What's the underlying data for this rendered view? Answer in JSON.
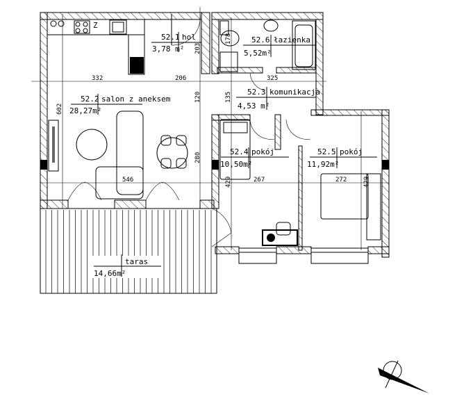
{
  "rooms": [
    {
      "number": "52.1",
      "name": "hol",
      "area": "3,78 m²"
    },
    {
      "number": "52.2",
      "name": "salon z aneksem",
      "area": "28,27m²"
    },
    {
      "number": "52.3",
      "name": "komunikacja",
      "area": "4,53 m²"
    },
    {
      "number": "52.4",
      "name": "pokój",
      "area": "10,50m²"
    },
    {
      "number": "52.5",
      "name": "pokój",
      "area": "11,92m²"
    },
    {
      "number": "52.6",
      "name": "łazienka",
      "area": "5,52m²"
    },
    {
      "name": "taras",
      "area": "14,66m²"
    }
  ],
  "dimensions": {
    "d332": "332",
    "d206": "206",
    "d203": "203",
    "d178": "178",
    "d325": "325",
    "d120": "120",
    "d135": "135",
    "d602": "602",
    "d546": "546",
    "d280": "280",
    "d267": "267",
    "d429a": "429",
    "d272": "272",
    "d429b": "429"
  },
  "kitchen_mark": "Z",
  "icons": [
    "north-arrow-compass"
  ]
}
